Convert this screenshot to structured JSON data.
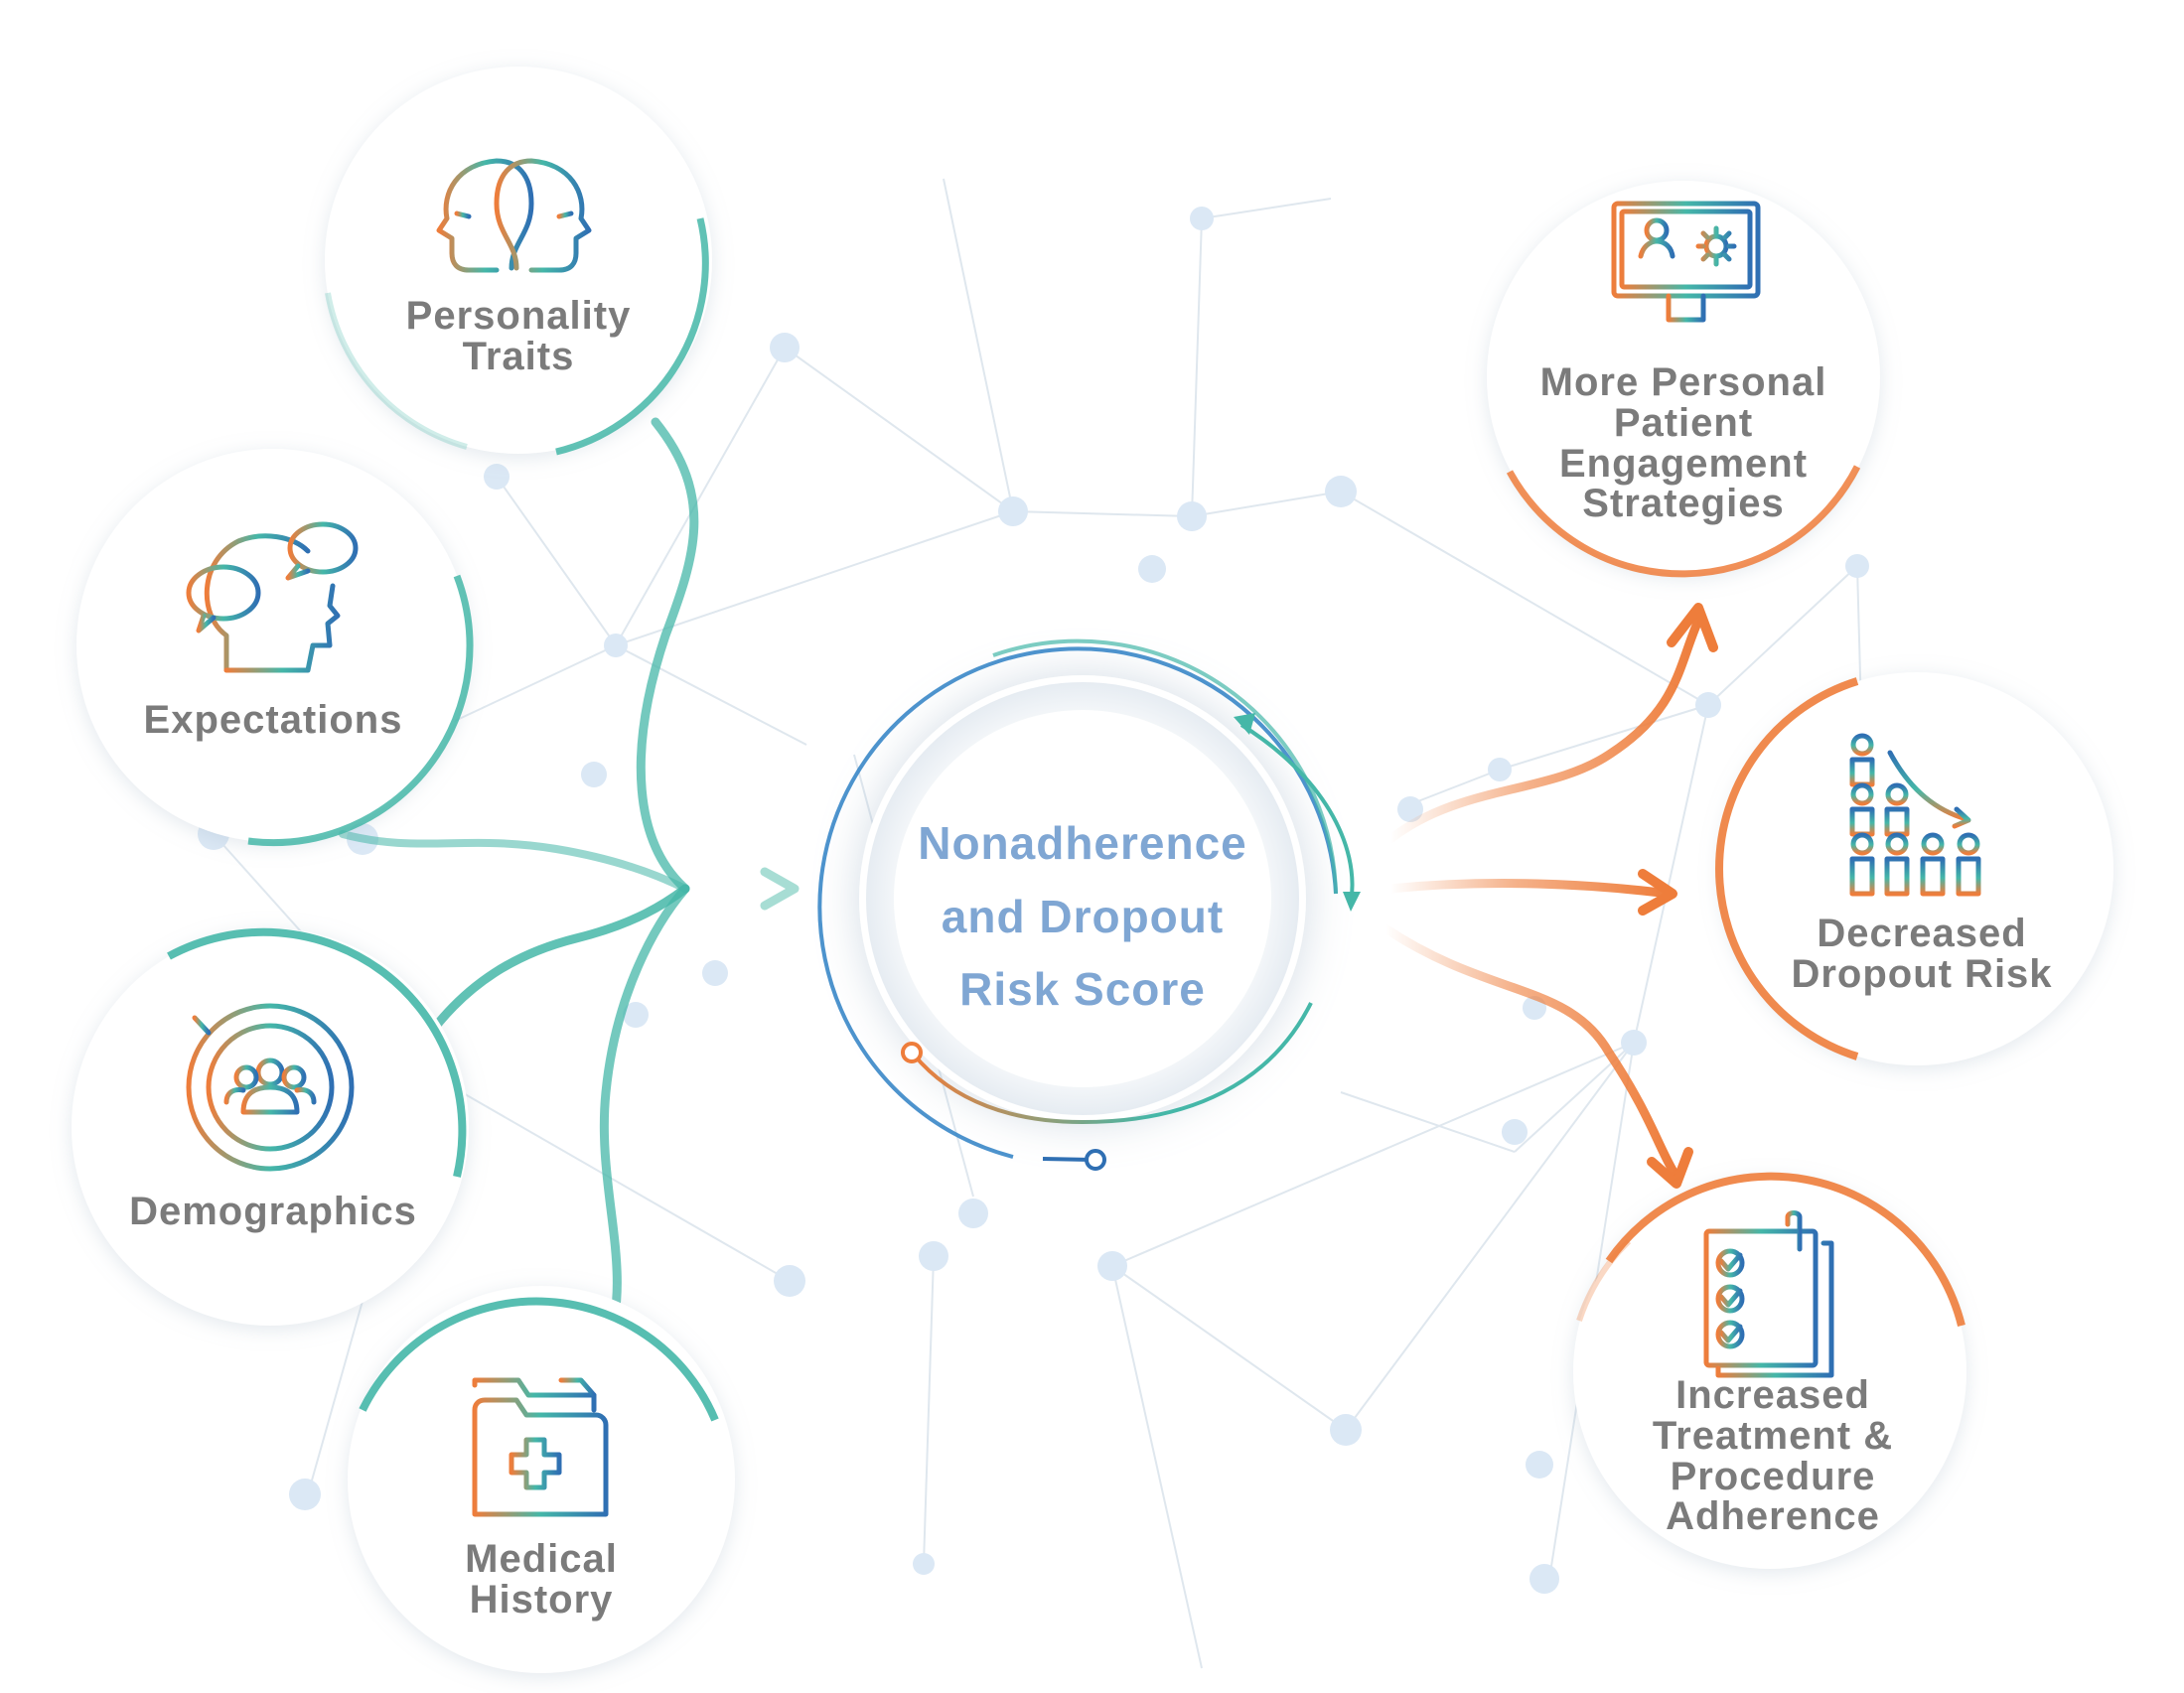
{
  "center": {
    "lines": [
      "Nonadherence",
      "and Dropout",
      "Risk Score"
    ]
  },
  "inputs": [
    {
      "icon": "two-faces-icon",
      "lines": [
        "Personality",
        "Traits"
      ]
    },
    {
      "icon": "head-speech-bubbles-icon",
      "lines": [
        "Expectations"
      ]
    },
    {
      "icon": "people-target-icon",
      "lines": [
        "Demographics"
      ]
    },
    {
      "icon": "medical-folder-icon",
      "lines": [
        "Medical",
        "History"
      ]
    }
  ],
  "outputs": [
    {
      "icon": "monitor-profile-gear-icon",
      "lines": [
        "More Personal",
        "Patient",
        "Engagement",
        "Strategies"
      ]
    },
    {
      "icon": "decreasing-people-icon",
      "lines": [
        "Decreased",
        "Dropout Risk"
      ]
    },
    {
      "icon": "checklist-icon",
      "lines": [
        "Increased",
        "Treatment &",
        "Procedure",
        "Adherence"
      ]
    }
  ],
  "colors": {
    "teal": "#45b7a8",
    "orange": "#ee7d3b",
    "blue": "#2f6fb3",
    "label_gray": "#7b7b7b",
    "center_text": "#7fa6d3",
    "network_dot": "#dbe8f5"
  }
}
